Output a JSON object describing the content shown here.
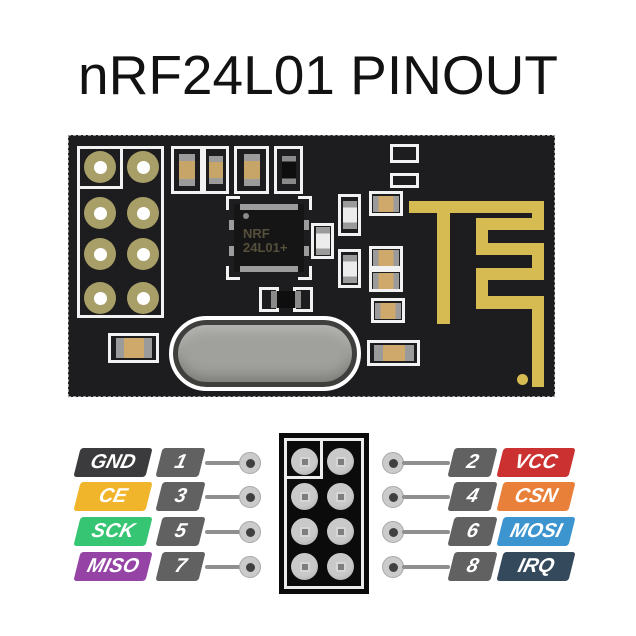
{
  "title": "nRF24L01 PINOUT",
  "board": {
    "chip_line1": "NRF",
    "chip_line2": "24L01+"
  },
  "pinout": {
    "left": [
      {
        "name": "GND",
        "pin": "1",
        "color": "#3b3b3d"
      },
      {
        "name": "CE",
        "pin": "3",
        "color": "#f0b52a"
      },
      {
        "name": "SCK",
        "pin": "5",
        "color": "#36c573"
      },
      {
        "name": "MISO",
        "pin": "7",
        "color": "#9544a6"
      }
    ],
    "right": [
      {
        "name": "VCC",
        "pin": "2",
        "color": "#cb3131"
      },
      {
        "name": "CSN",
        "pin": "4",
        "color": "#e8803a"
      },
      {
        "name": "MOSI",
        "pin": "6",
        "color": "#3d95cf"
      },
      {
        "name": "IRQ",
        "pin": "8",
        "color": "#35495c"
      }
    ],
    "pin_number_tile_color": "#616161",
    "wire_color": "#8f8f8f"
  },
  "colors": {
    "pcb_black": "#1d1d1f",
    "antenna_gold": "#d5bb51",
    "pad_gold": "#a89e67"
  }
}
